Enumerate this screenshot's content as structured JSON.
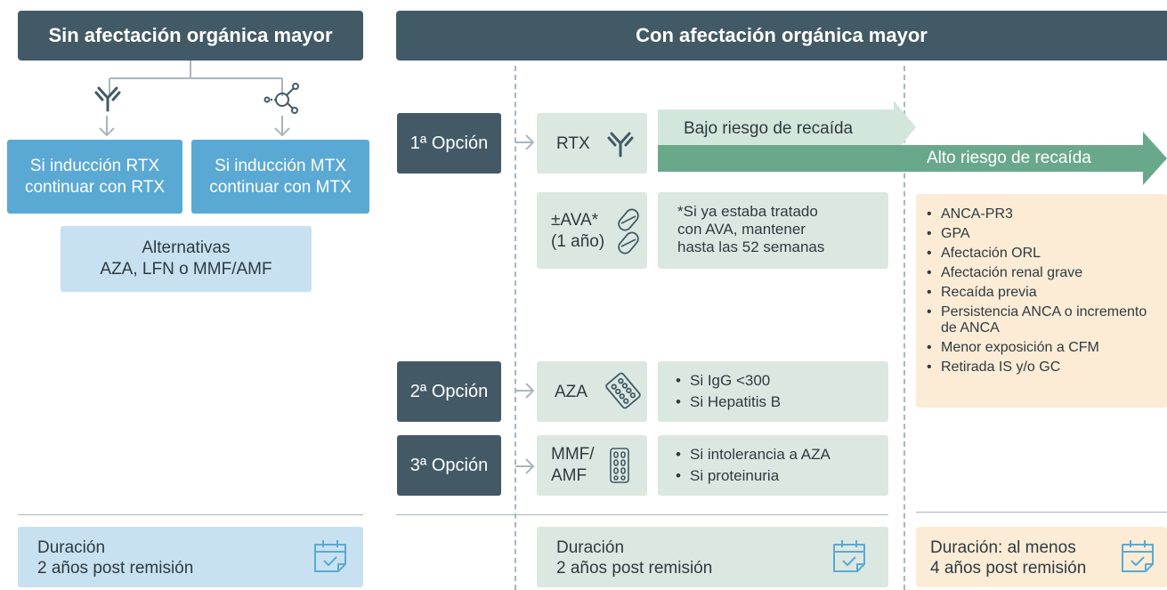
{
  "left": {
    "header": "Sin afectación orgánica mayor",
    "box_rtx": [
      "Si inducción RTX",
      "continuar con RTX"
    ],
    "box_mtx": [
      "Si inducción MTX",
      "continuar con MTX"
    ],
    "alternatives": [
      "Alternativas",
      "AZA, LFN o MMF/AMF"
    ],
    "duration": [
      "Duración",
      "2 años post remisión"
    ]
  },
  "right": {
    "header": "Con afectación orgánica mayor",
    "option1": "1ª Opción",
    "option2": "2ª Opción",
    "option3": "3ª Opción",
    "rtx": "RTX",
    "ava": [
      "±AVA*",
      "(1 año)"
    ],
    "ava_note": [
      "*Si ya estaba tratado",
      "con AVA, mantener",
      "hasta las 52 semanas"
    ],
    "aza": "AZA",
    "aza_notes": [
      "Si IgG <300",
      "Si Hepatitis B"
    ],
    "mmf": [
      "MMF/",
      "AMF"
    ],
    "mmf_notes": [
      "Si intolerancia a AZA",
      "Si proteinuria"
    ],
    "low_risk": "Bajo riesgo de recaída",
    "high_risk": "Alto riesgo de recaída",
    "high_risk_factors": [
      "ANCA-PR3",
      "GPA",
      "Afectación ORL",
      "Afectación renal grave",
      "Recaída previa",
      "Persistencia ANCA o incremento de ANCA",
      "Menor exposición a CFM",
      "Retirada IS y/o GC"
    ],
    "duration_mid": [
      "Duración",
      "2 años post remisión"
    ],
    "duration_right": [
      "Duración: al menos",
      "4 años post remisión"
    ]
  },
  "colors": {
    "header": "#425a66",
    "blue": "#5aa9d4",
    "light_blue": "#c7e1f0",
    "green_box": "#dbe8e1",
    "arrow_green": "#6aa88c",
    "arrow_light": "#d3e6dc",
    "peach": "#fcecd6"
  },
  "icons": {
    "antibody": "antibody-icon",
    "molecule": "molecule-icon",
    "pills": "pills-icon",
    "blister": "blister-pack-icon",
    "calendar": "calendar-check-icon"
  }
}
